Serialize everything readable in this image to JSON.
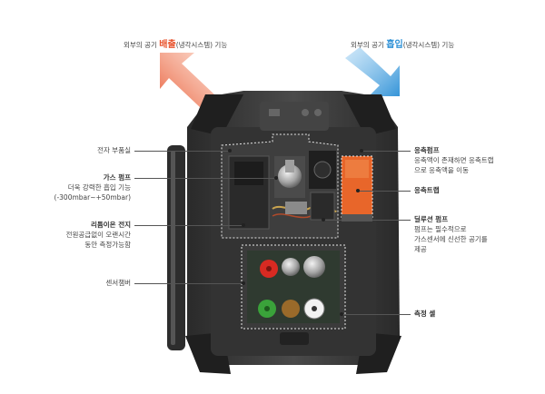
{
  "top": {
    "exhaust_prefix": "외부의 공기 ",
    "exhaust_highlight": "배출",
    "exhaust_suffix": "(냉각시스템) 기능",
    "intake_prefix": "외부의 공기 ",
    "intake_highlight": "흡입",
    "intake_suffix": "(냉각시스템) 기능"
  },
  "colors": {
    "exhaust": "#e8542e",
    "intake": "#2b8fd6",
    "body": "#3a3a3a",
    "orange": "#e8662a"
  },
  "left_labels": [
    {
      "title": "전자 부품실",
      "lines": []
    },
    {
      "title": "가스 펌프",
      "lines": [
        "더욱 강력한 흡입 기능",
        "(-300mbar~+50mbar)"
      ]
    },
    {
      "title": "리튬이온 전지",
      "lines": [
        "전원공급없이 오랜시간",
        "동안 측정가능함"
      ]
    },
    {
      "title": "센서챔버",
      "lines": []
    }
  ],
  "right_labels": [
    {
      "title": "응축펌프",
      "lines": [
        "응축액이 존재하면 응축트랩",
        "으로 응축액을 이동"
      ]
    },
    {
      "title": "응축트랩",
      "lines": []
    },
    {
      "title": "딜루션 펌프",
      "lines": [
        "펌프는 필수적으로",
        "가스센서에 신선한 공기를",
        "제공"
      ]
    },
    {
      "title": "측정 셀",
      "lines": []
    }
  ]
}
